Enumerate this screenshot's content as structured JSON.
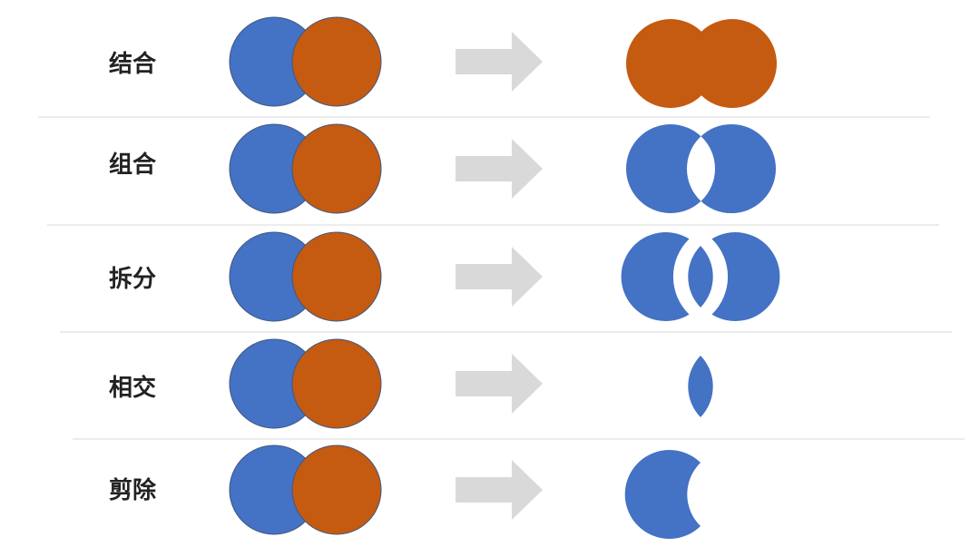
{
  "colors": {
    "left_circle": "#4472C4",
    "right_circle": "#C55A11",
    "outline": "#41577F",
    "arrow": "#D9D9D9",
    "divider": "#D9D9D9",
    "label": "#222222"
  },
  "icons": {
    "arrow": "right-arrow-icon",
    "input": "overlapping-circles-icon"
  },
  "operations": [
    {
      "id": "union",
      "label": "结合",
      "result": "union"
    },
    {
      "id": "combine",
      "label": "组合",
      "result": "combine"
    },
    {
      "id": "fragment",
      "label": "拆分",
      "result": "fragment"
    },
    {
      "id": "intersect",
      "label": "相交",
      "result": "intersect"
    },
    {
      "id": "subtract",
      "label": "剪除",
      "result": "subtract"
    }
  ]
}
